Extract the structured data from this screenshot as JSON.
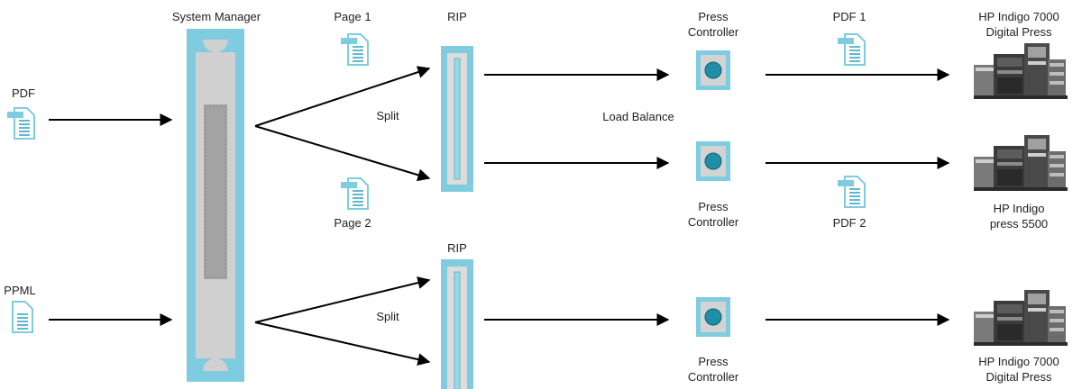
{
  "labels": {
    "system_manager": "System Manager",
    "page1": "Page 1",
    "page2": "Page 2",
    "rip_top": "RIP",
    "rip_bottom": "RIP",
    "split_top": "Split",
    "split_bottom": "Split",
    "load_balance": "Load Balance",
    "pdf_in": "PDF",
    "ppml_in": "PPML",
    "pc1_line1": "Press",
    "pc1_line2": "Controller",
    "pc2_line1": "Press",
    "pc2_line2": "Controller",
    "pc3_line1": "Press",
    "pc3_line2": "Controller",
    "pdf1": "PDF 1",
    "pdf2": "PDF 2",
    "press1_line1": "HP Indigo 7000",
    "press1_line2": "Digital Press",
    "press2_line1": "HP Indigo",
    "press2_line2": "press 5500",
    "press3_line1": "HP Indigo 7000",
    "press3_line2": "Digital Press"
  },
  "icons": {
    "document": "document-icon",
    "server": "server-rack-icon",
    "controller": "press-controller-icon",
    "printer": "printing-press-icon"
  },
  "colors": {
    "accent": "#7fcbe0",
    "accent_dark": "#3aa6c4",
    "panel_grey": "#cfcfcf",
    "dot_teal": "#1f8fa8"
  }
}
